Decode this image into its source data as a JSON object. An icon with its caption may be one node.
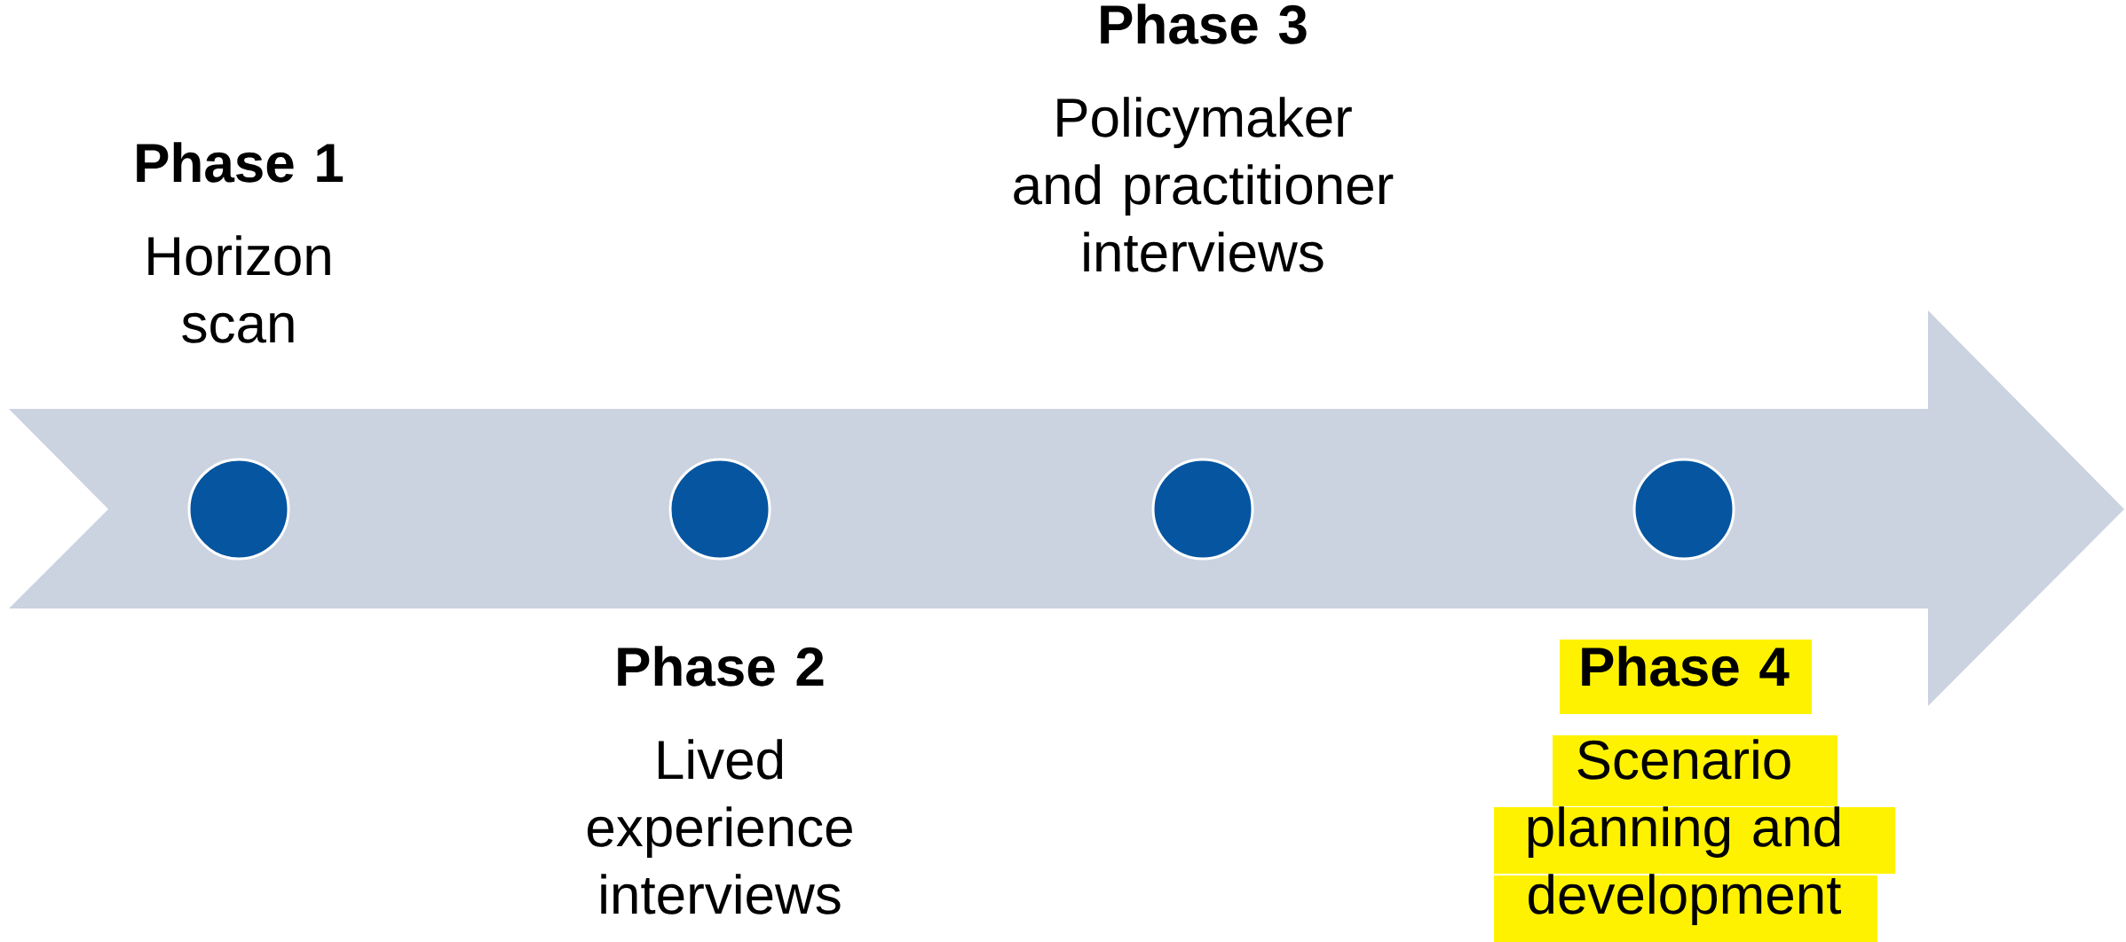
{
  "diagram": {
    "nodes": [
      {
        "text": [
          "Phase 1",
          "Horizon scan"
        ]
      },
      {
        "text": [
          "Phase 2",
          "Lived experience interviews"
        ]
      },
      {
        "text": [
          "Phase 3",
          "Policymaker and practitioner interviews"
        ]
      },
      {
        "text": [
          "Phase 4",
          "Scenario planning and development"
        ]
      },
      {
        "text": [],
        "shape": "circle"
      },
      {
        "text": [],
        "shape": "circle"
      },
      {
        "text": [],
        "shape": "circle"
      },
      {
        "text": [],
        "shape": "circle"
      }
    ]
  }
}
